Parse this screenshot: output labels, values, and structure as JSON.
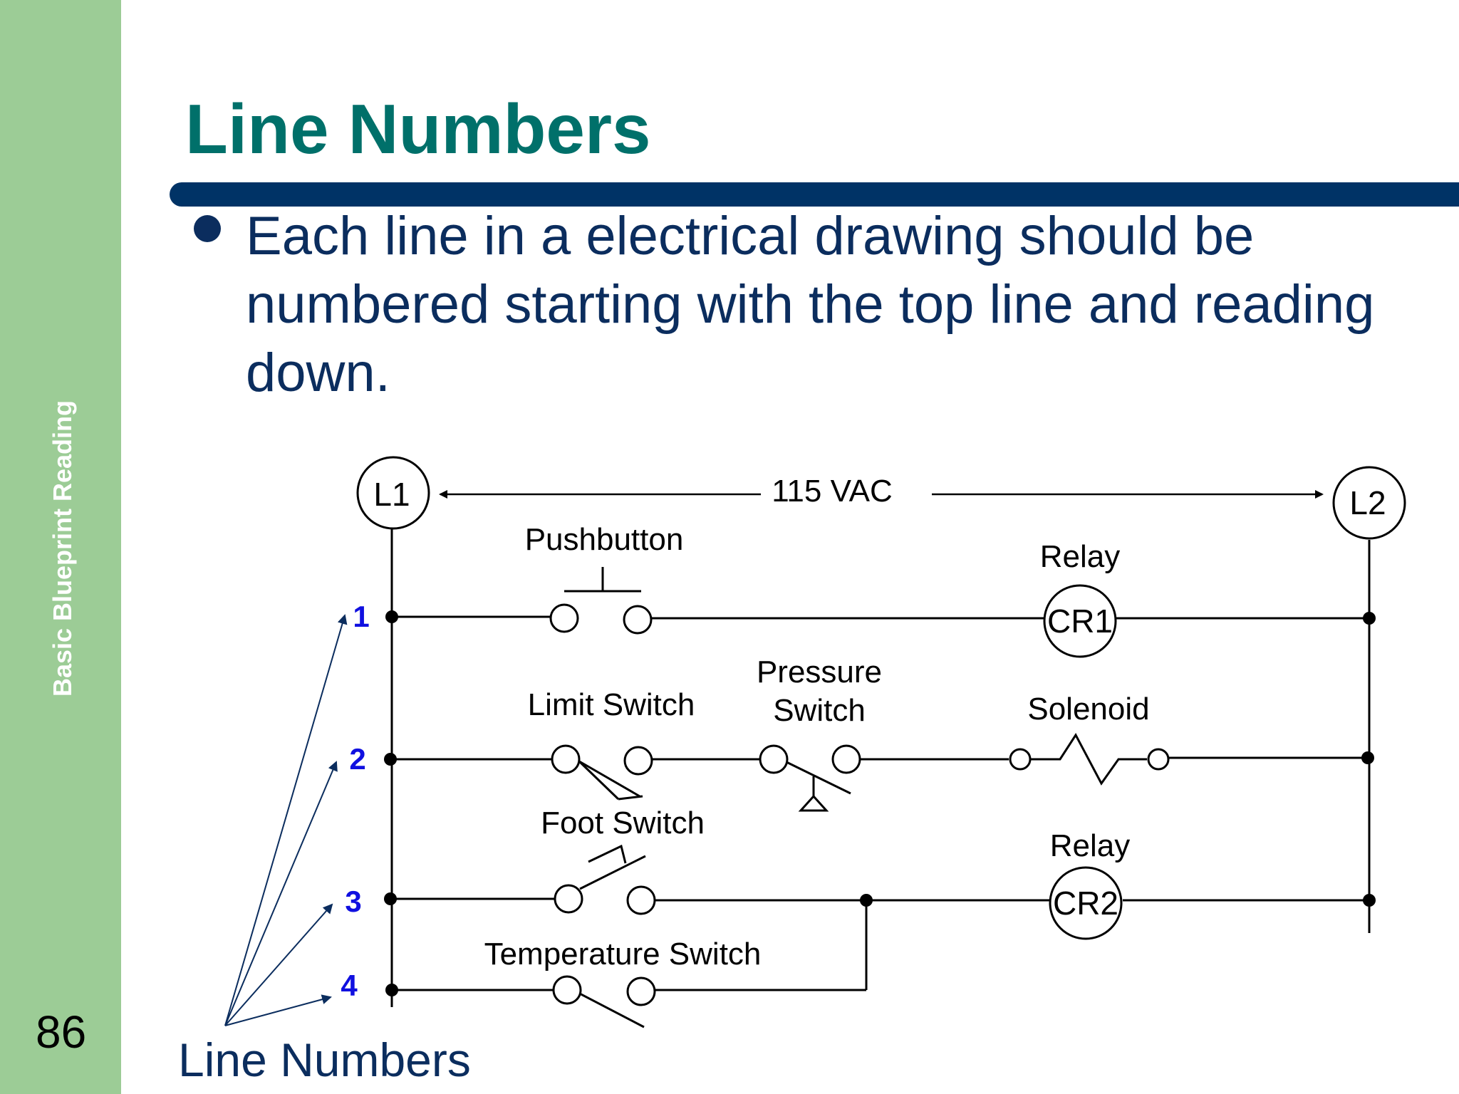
{
  "slide": {
    "side_title": "Basic Blueprint Reading",
    "page_number": "86",
    "title": "Line Numbers",
    "bullet": "Each line in a electrical drawing should be numbered starting with the top line and reading down.",
    "caption": "Line Numbers"
  },
  "diagram": {
    "supply": {
      "left_terminal": "L1",
      "right_terminal": "L2",
      "voltage": "115 VAC"
    },
    "components": {
      "pushbutton": "Pushbutton",
      "relay_1": "Relay",
      "cr1": "CR1",
      "limit_switch": "Limit Switch",
      "pressure_switch_line_1": "Pressure",
      "pressure_switch_line_2": "Switch",
      "solenoid": "Solenoid",
      "foot_switch": "Foot Switch",
      "relay_2": "Relay",
      "cr2": "CR2",
      "temperature_switch": "Temperature Switch"
    },
    "line_numbers": [
      "1",
      "2",
      "3",
      "4"
    ]
  },
  "colors": {
    "sidebar": "#9CCC96",
    "title": "#00706A",
    "rule": "#003366",
    "body_text": "#0B2D5E",
    "line_number": "#1010E0",
    "diagram_ink": "#000000"
  }
}
